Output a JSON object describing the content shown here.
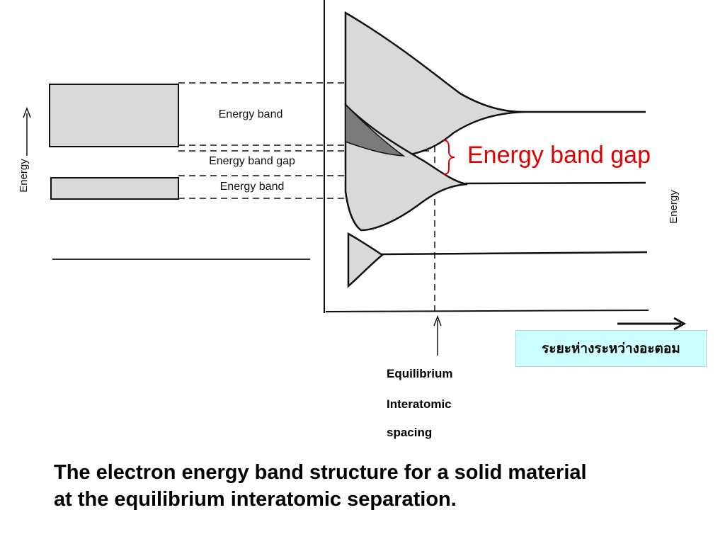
{
  "left_panel": {
    "axis_label": "Energy",
    "upper_band_label": "Energy band",
    "gap_label": "Energy band gap",
    "lower_band_label": "Energy band"
  },
  "right_panel": {
    "axis_label": "Energy",
    "gap_annotation": "Energy band gap",
    "gap_annotation_color": "#e00000",
    "brace_color": "#e00000"
  },
  "x_axis_label": "ระยะห่างระหว่างอะตอม",
  "x_axis_label_bg": "#ccffff",
  "equilibrium_label": [
    "Equilibrium",
    "Interatomic",
    "spacing"
  ],
  "caption": {
    "line1": "The electron energy band structure for a solid material",
    "line2": "at the equilibrium interatomic separation."
  },
  "colors": {
    "band_fill": "#d9d9d9",
    "overlap_fill": "#7a7a7a",
    "line": "#111111"
  },
  "icons": [
    "up-arrow-icon",
    "right-arrow-icon",
    "brace-icon"
  ]
}
